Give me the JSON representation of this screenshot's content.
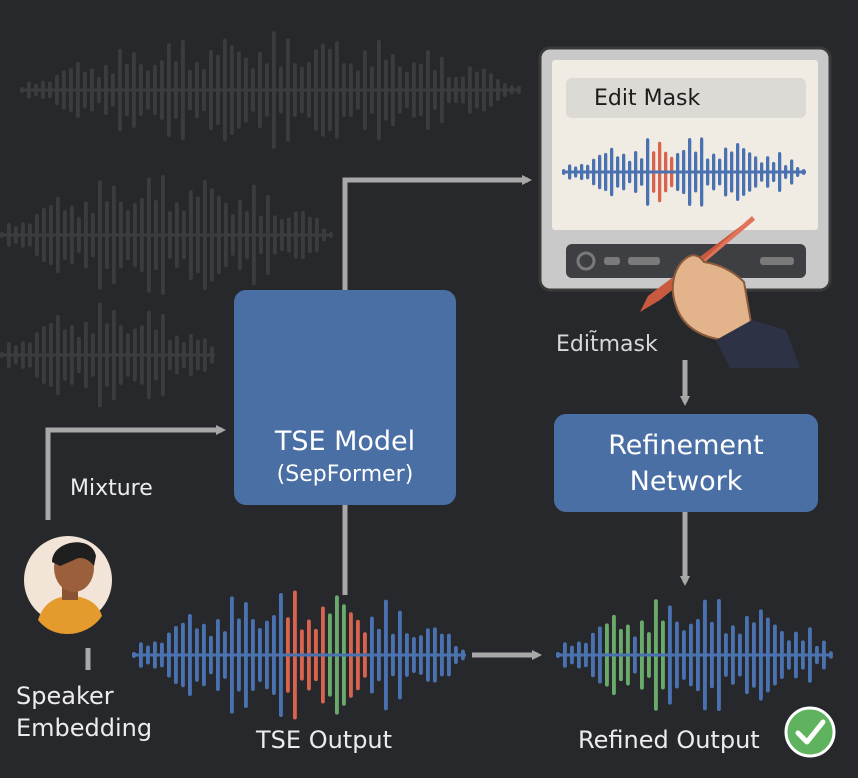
{
  "nodes": {
    "tse_model": {
      "title": "TSE Model",
      "subtitle": "(SepFormer)"
    },
    "refinement": {
      "line1": "Refinement",
      "line2": "Network"
    }
  },
  "labels": {
    "mixture": "Mixture",
    "speaker_line1": "Speaker",
    "speaker_line2": "Embedding",
    "tse_output": "TSE Output",
    "refined_output": "Refined Output",
    "edit_mask_caption": "Edit̃mask"
  },
  "editor": {
    "title": "Edit Mask"
  },
  "colors": {
    "background": "#26282b",
    "box": "#4a6fa5",
    "wave_blue": "#4a72b0",
    "wave_red": "#d86450",
    "wave_green": "#6aab6c",
    "arrow": "#a8a8a8",
    "check": "#5fb35f"
  },
  "icons": [
    "brain-network-icon",
    "speaker-avatar-icon",
    "pen-hand-icon",
    "checkmark-icon"
  ]
}
